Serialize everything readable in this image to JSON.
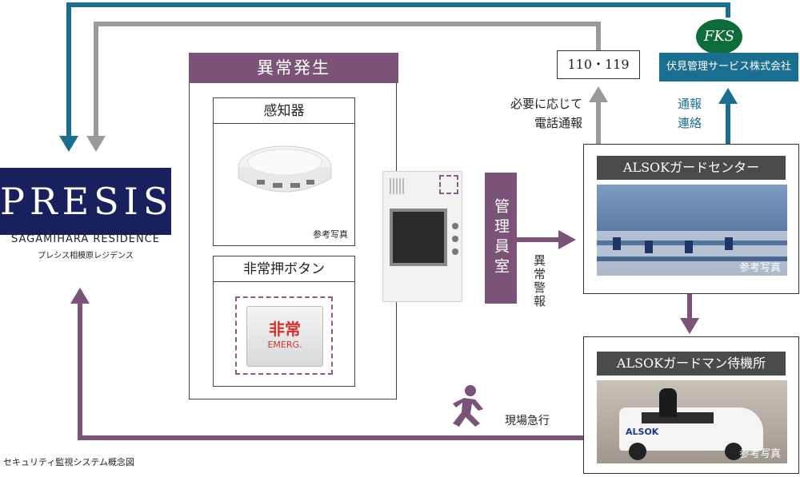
{
  "logo": {
    "name": "PRESIS",
    "subtitle": "SAGAMIHARA RESIDENCE",
    "subtitle_jp": "プレシス相模原レジデンス"
  },
  "anomaly": {
    "title": "異常発生",
    "detector": {
      "title": "感知器",
      "ref": "参考写真"
    },
    "button": {
      "title": "非常押ボタン",
      "label_jp": "非常",
      "label_en": "EMERG."
    }
  },
  "managers_room": {
    "label": "管理員室"
  },
  "alarm_label": "異常警報",
  "police_fire": {
    "label": "110・119"
  },
  "phone_note": {
    "line1": "必要に応じて",
    "line2": "電話通報"
  },
  "fks": {
    "logo": "FKS",
    "name": "伏見管理サービス株式会社"
  },
  "report_note": {
    "line1": "通報",
    "line2": "連絡"
  },
  "alsok_center": {
    "title": "ALSOKガードセンター",
    "ref": "参考写真"
  },
  "alsok_guard": {
    "title": "ALSOKガードマン待機所",
    "ref": "参考写真",
    "car_brand": "ALSOK"
  },
  "rush_label": "現場急行",
  "caption": "セキュリティ監視システム概念図",
  "colors": {
    "purple": "#7b5278",
    "blue": "#1a6e8f",
    "gray": "#9a9a9a",
    "navy": "#1a1f5e"
  }
}
